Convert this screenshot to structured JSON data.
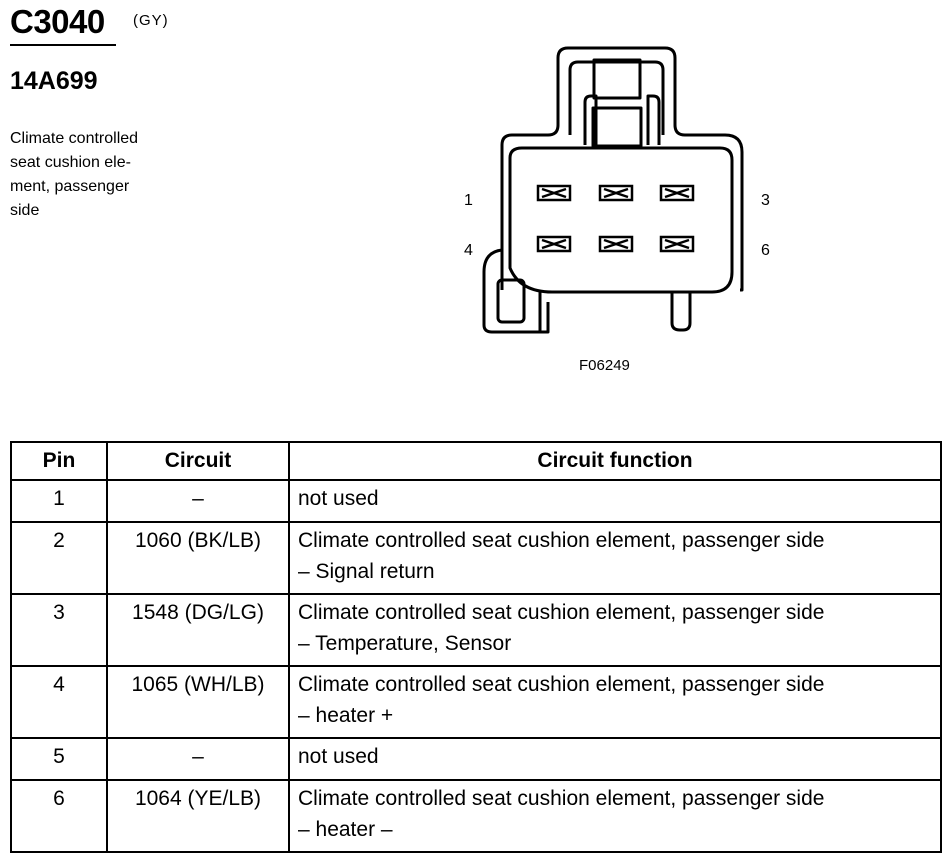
{
  "header": {
    "connector_id": "C3040",
    "connector_color": "(GY)",
    "part_number": "14A699",
    "description": "Climate controlled seat cushion ele-ment, passenger side",
    "description_lines": [
      "Climate controlled",
      "seat cushion ele-",
      "ment, passenger",
      "side"
    ]
  },
  "diagram": {
    "figure_id": "F06249",
    "pin_labels": {
      "p1": "1",
      "p3": "3",
      "p4": "4",
      "p6": "6"
    }
  },
  "table": {
    "headers": {
      "pin": "Pin",
      "circuit": "Circuit",
      "function": "Circuit function"
    },
    "rows": [
      {
        "pin": "1",
        "circuit": "–",
        "function_lines": [
          "not used"
        ]
      },
      {
        "pin": "2",
        "circuit": "1060 (BK/LB)",
        "function_lines": [
          "Climate controlled seat cushion element, passenger side",
          "– Signal return"
        ]
      },
      {
        "pin": "3",
        "circuit": "1548 (DG/LG)",
        "function_lines": [
          "Climate controlled seat cushion element, passenger side",
          "– Temperature, Sensor"
        ]
      },
      {
        "pin": "4",
        "circuit": "1065 (WH/LB)",
        "function_lines": [
          "Climate controlled seat cushion element, passenger side",
          "– heater +"
        ]
      },
      {
        "pin": "5",
        "circuit": "–",
        "function_lines": [
          "not used"
        ]
      },
      {
        "pin": "6",
        "circuit": "1064 (YE/LB)",
        "function_lines": [
          "Climate controlled seat cushion element, passenger side",
          "– heater –"
        ]
      }
    ]
  }
}
